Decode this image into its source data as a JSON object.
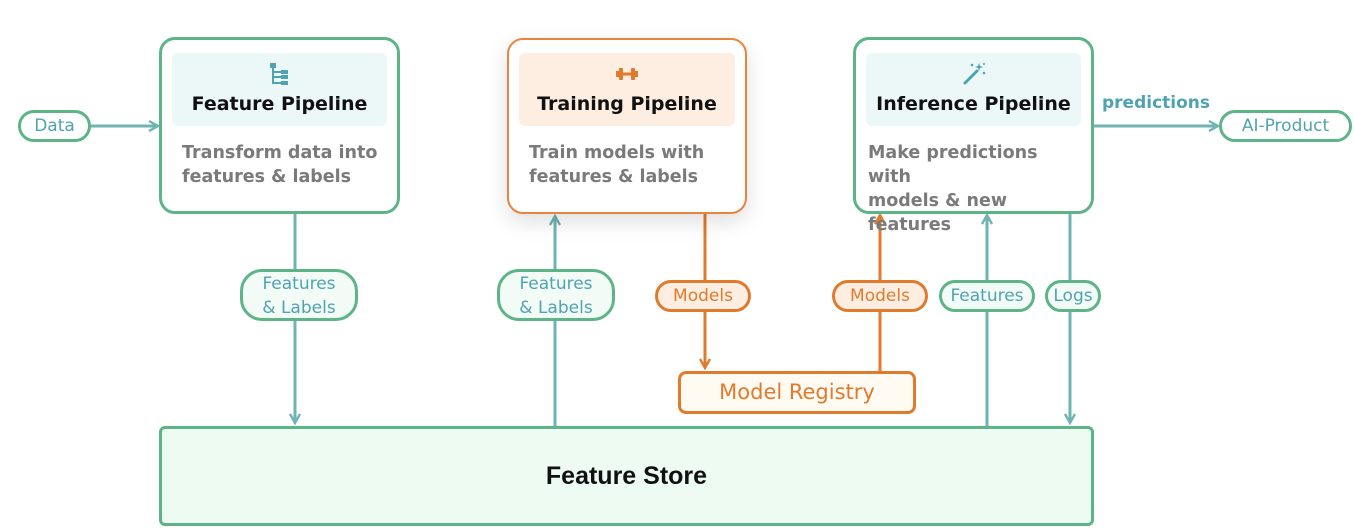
{
  "nodes": {
    "data": "Data",
    "ai_product": "AI-Product",
    "feature_pipeline": {
      "title": "Feature Pipeline",
      "desc_line1": "Transform data into",
      "desc_line2": "features & labels",
      "icon": "tree-structure-icon"
    },
    "training_pipeline": {
      "title": "Training Pipeline",
      "desc_line1": "Train models with",
      "desc_line2": "features & labels",
      "icon": "dumbbell-icon"
    },
    "inference_pipeline": {
      "title": "Inference Pipeline",
      "desc_line1": "Make predictions with",
      "desc_line2": "models & new features",
      "icon": "magic-wand-icon"
    },
    "model_registry": "Model Registry",
    "feature_store": "Feature Store"
  },
  "edges": {
    "predictions": "predictions",
    "fp_to_store_line1": "Features",
    "fp_to_store_line2": "& Labels",
    "store_to_tp_line1": "Features",
    "store_to_tp_line2": "& Labels",
    "tp_to_registry": "Models",
    "registry_to_ip": "Models",
    "store_to_ip": "Features",
    "ip_to_store": "Logs"
  },
  "colors": {
    "green_border": "#5cb487",
    "teal_text": "#4fa3b1",
    "orange": "#e07b2e",
    "orange_fill": "#fdeee1",
    "header_green_fill": "#ecf7f8",
    "feature_store_fill": "#edfbf3"
  }
}
